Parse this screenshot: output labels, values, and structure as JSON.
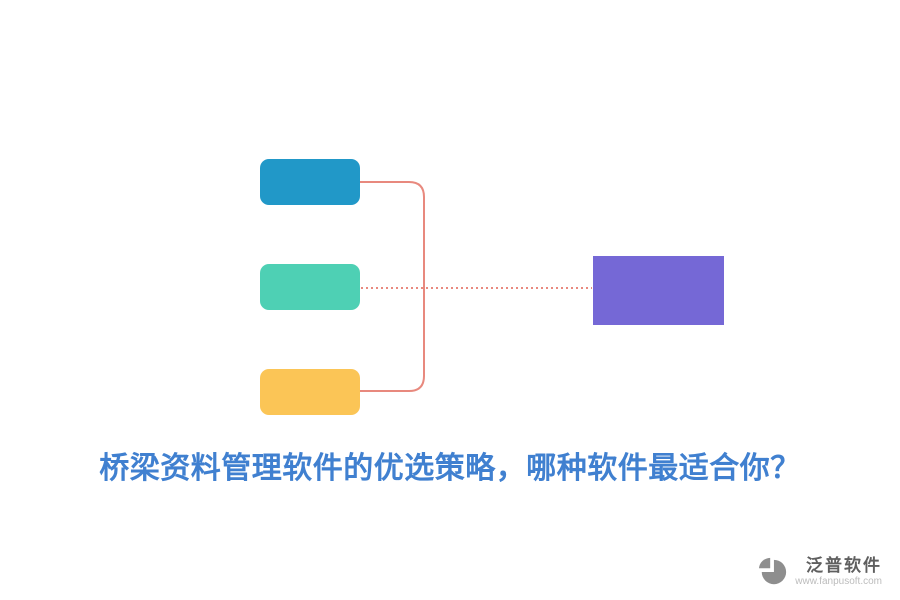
{
  "title": {
    "text": "桥梁资料管理软件的优选策略，哪种软件最适合你？",
    "color": "#4080D0"
  },
  "diagram": {
    "left_nodes": [
      {
        "name": "top-node",
        "color": "#2198C8"
      },
      {
        "name": "middle-node",
        "color": "#4ED0B4"
      },
      {
        "name": "bottom-node",
        "color": "#FBC556"
      }
    ],
    "right_node": {
      "name": "result-node",
      "color": "#7568D6"
    },
    "connector_color": "#E8897E"
  },
  "footer": {
    "brand": "泛普软件",
    "url": "www.fanpusoft.com"
  }
}
